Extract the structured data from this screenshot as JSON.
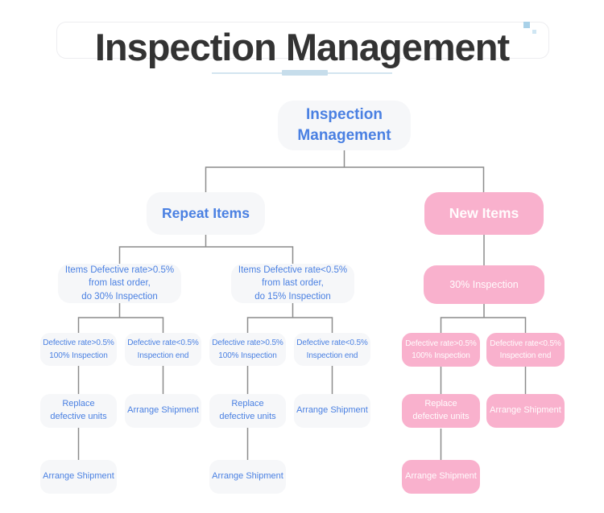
{
  "header": {
    "title": "Inspection Management"
  },
  "colors": {
    "title": "#333333",
    "blue": "#4a80e2",
    "pink": "#f9b1cd",
    "node-bg": "#f6f7f9",
    "line": "#8c8c8c",
    "accent": "#c6ddeb",
    "accent-light": "#d3e5f0"
  },
  "nodes": {
    "root": {
      "label": "Inspection Management"
    },
    "repeat_items": {
      "label": "Repeat Items"
    },
    "new_items": {
      "label": "New Items"
    },
    "repeat_high_rate": {
      "label": "Items Defective rate>0.5%\nfrom last order,\ndo 30% Inspection"
    },
    "repeat_low_rate": {
      "label": "Items Defective rate<0.5%\nfrom last order,\ndo 15% Inspection"
    },
    "new_inspection": {
      "label": "30% Inspection"
    },
    "repeat_high_defect_high": {
      "label": "Defective rate>0.5%\n100% Inspection"
    },
    "repeat_high_defect_low": {
      "label": "Defective rate<0.5%\nInspection end"
    },
    "repeat_low_defect_high": {
      "label": "Defective rate>0.5%\n100% Inspection"
    },
    "repeat_low_defect_low": {
      "label": "Defective rate<0.5%\nInspection end"
    },
    "new_defect_high": {
      "label": "Defective rate>0.5%\n100% Inspection"
    },
    "new_defect_low": {
      "label": "Defective rate<0.5%\nInspection end"
    },
    "repeat_high_replace": {
      "label": "Replace\ndefective units"
    },
    "repeat_high_arrange": {
      "label": "Arrange Shipment"
    },
    "repeat_high_final_arrange": {
      "label": "Arrange Shipment"
    },
    "repeat_low_replace": {
      "label": "Replace\ndefective units"
    },
    "repeat_low_arrange": {
      "label": "Arrange Shipment"
    },
    "repeat_low_final_arrange": {
      "label": "Arrange Shipment"
    },
    "new_replace": {
      "label": "Replace\ndefective units"
    },
    "new_arrange": {
      "label": "Arrange Shipment"
    },
    "new_final_arrange": {
      "label": "Arrange Shipment"
    }
  }
}
